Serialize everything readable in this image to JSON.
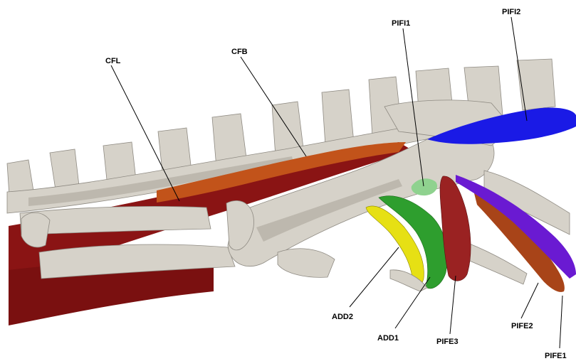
{
  "labels": {
    "cfl": "CFL",
    "cfb": "CFB",
    "pifi1": "PIFI1",
    "pifi2": "PIFI2",
    "add2": "ADD2",
    "add1": "ADD1",
    "pife3": "PIFE3",
    "pife2": "PIFE2",
    "pife1": "PIFE1"
  },
  "colors": {
    "background": "#ffffff",
    "bone": "#d6d2c9",
    "cfl": "#8a1414",
    "cfb": "#c2531a",
    "pifi1": "#8fd28f",
    "pifi2": "#1a1ae6",
    "add2": "#e6e014",
    "add1": "#2e9e2e",
    "pife3": "#9a2222",
    "pife2": "#a84418",
    "pife1": "#6a1ad2"
  }
}
